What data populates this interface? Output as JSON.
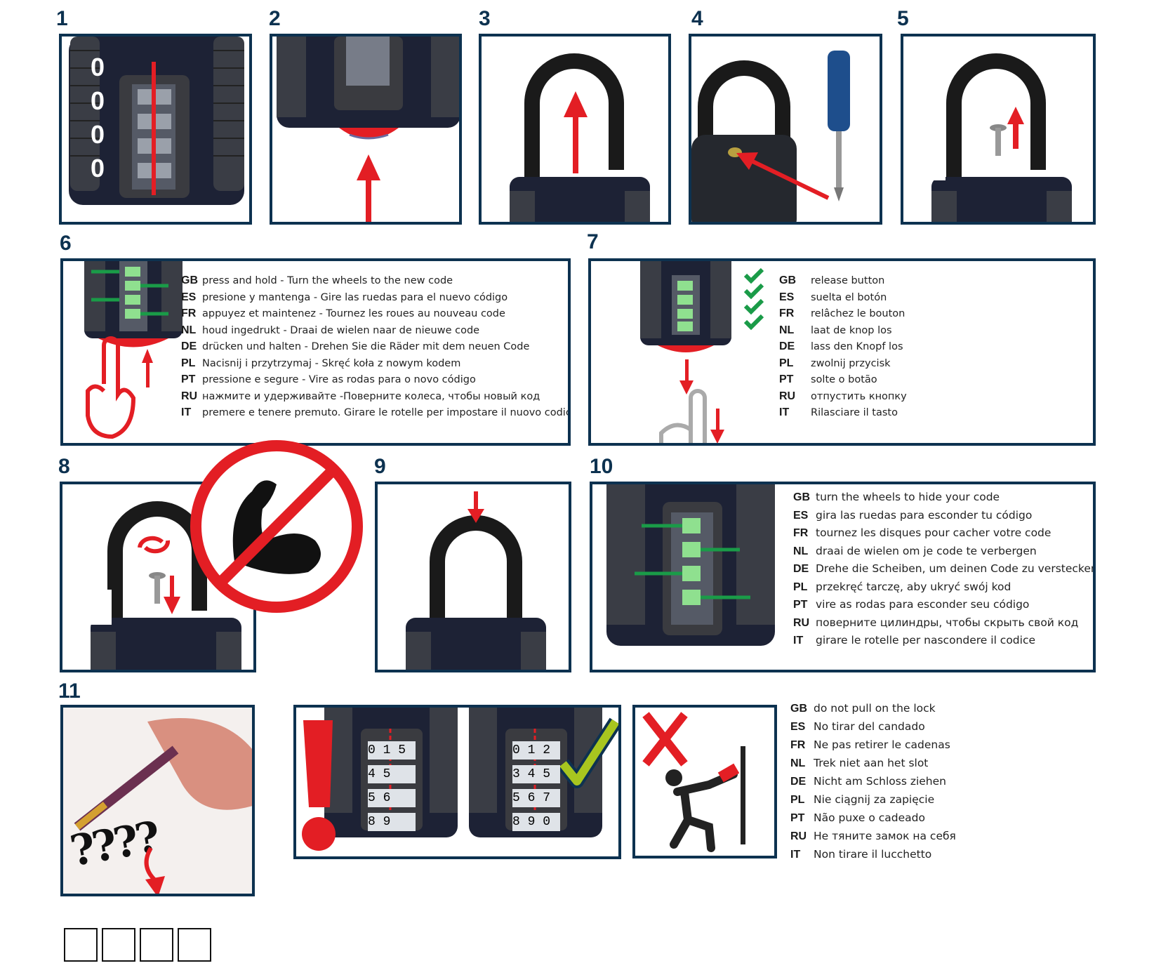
{
  "colors": {
    "border": "#0d3250",
    "arrow_red": "#e31e24",
    "arrow_green": "#1a9b48",
    "check_lime": "#a8c61f"
  },
  "steps": [
    "1",
    "2",
    "3",
    "4",
    "5",
    "6",
    "7",
    "8",
    "9",
    "10",
    "11"
  ],
  "panel1": {
    "digits": [
      "0",
      "0",
      "0",
      "0"
    ]
  },
  "panel12": {
    "wrong_wheels": [
      "0 1 5",
      "4 5",
      "5 6",
      "8 9"
    ],
    "right_wheels": [
      "0 1 2",
      "3 4 5",
      "5 6 7",
      "8 9 0"
    ]
  },
  "panel6": {
    "rows": [
      {
        "code": "GB",
        "text": "press and hold - Turn the wheels to the new code"
      },
      {
        "code": "ES",
        "text": "presione y mantenga - Gire las ruedas para el nuevo código"
      },
      {
        "code": "FR",
        "text": "appuyez et maintenez - Tournez les roues au nouveau code"
      },
      {
        "code": "NL",
        "text": "houd ingedrukt - Draai de wielen naar de nieuwe code"
      },
      {
        "code": "DE",
        "text": "drücken und halten - Drehen Sie die Räder mit dem neuen Code"
      },
      {
        "code": "PL",
        "text": "Nacisnij i przytrzymaj - Skręć koła z nowym kodem"
      },
      {
        "code": "PT",
        "text": "pressione e segure - Vire as rodas para o novo código"
      },
      {
        "code": "RU",
        "text": "нажмите и удерживайте -Поверните колеса, чтобы новый код"
      },
      {
        "code": "IT",
        "text": "premere e tenere premuto. Girare le rotelle per impostare il nuovo codice"
      }
    ]
  },
  "panel7": {
    "rows": [
      {
        "code": "GB",
        "text": "release button"
      },
      {
        "code": "ES",
        "text": "suelta el botón"
      },
      {
        "code": "FR",
        "text": "relâchez le bouton"
      },
      {
        "code": "NL",
        "text": "laat de knop los"
      },
      {
        "code": "DE",
        "text": "lass den Knopf los"
      },
      {
        "code": "PL",
        "text": "zwolnij przycisk"
      },
      {
        "code": "PT",
        "text": "solte o botão"
      },
      {
        "code": "RU",
        "text": "отпустить кнопку"
      },
      {
        "code": "IT",
        "text": "Rilasciare il tasto"
      }
    ]
  },
  "panel10": {
    "rows": [
      {
        "code": "GB",
        "text": "turn the wheels to hide your code"
      },
      {
        "code": "ES",
        "text": "gira las ruedas para esconder tu código"
      },
      {
        "code": "FR",
        "text": "tournez les disques pour cacher votre code"
      },
      {
        "code": "NL",
        "text": "draai de wielen om je code te verbergen"
      },
      {
        "code": "DE",
        "text": "Drehe die Scheiben, um deinen Code zu verstecken"
      },
      {
        "code": "PL",
        "text": "przekręć tarczę, aby ukryć swój kod"
      },
      {
        "code": "PT",
        "text": "vire as rodas para esconder seu código"
      },
      {
        "code": "RU",
        "text": "поверните цилиндры,  чтобы скрыть свой код"
      },
      {
        "code": "IT",
        "text": "girare le rotelle per nascondere il codice"
      }
    ]
  },
  "panel13": {
    "rows": [
      {
        "code": "GB",
        "text": "do not pull on the lock"
      },
      {
        "code": "ES",
        "text": "No tirar del candado"
      },
      {
        "code": "FR",
        "text": "Ne pas retirer le cadenas"
      },
      {
        "code": "NL",
        "text": "Trek niet aan het slot"
      },
      {
        "code": "DE",
        "text": "Nicht am Schloss ziehen"
      },
      {
        "code": "PL",
        "text": "Nie ciągnij za zapięcie"
      },
      {
        "code": "PT",
        "text": "Não puxe o cadeado"
      },
      {
        "code": "RU",
        "text": "Не тяните замок на себя"
      },
      {
        "code": "IT",
        "text": "Non tirare il lucchetto"
      }
    ]
  },
  "panel11": {
    "question_marks": "????"
  }
}
